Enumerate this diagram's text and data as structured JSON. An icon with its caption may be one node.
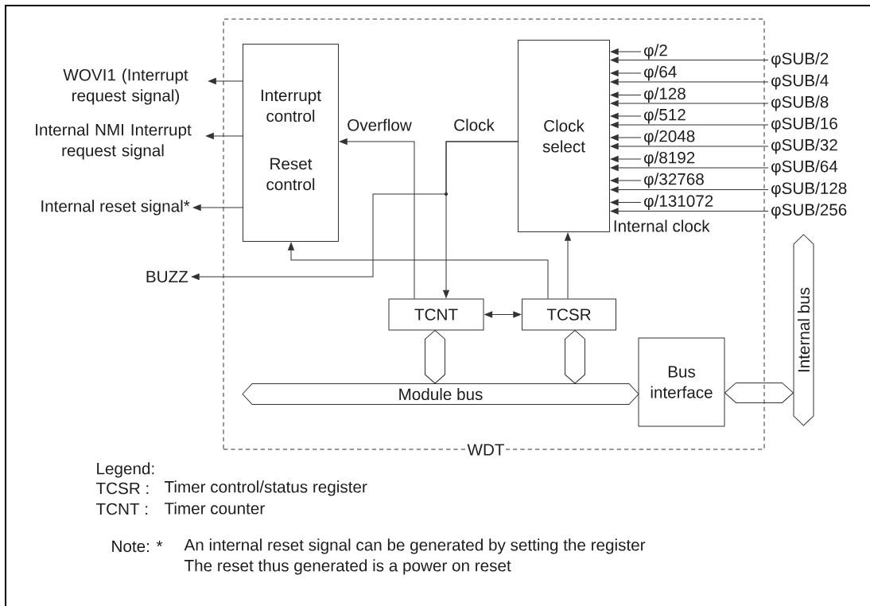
{
  "diagram": {
    "nodes": [
      {
        "text": [
          "WDT"
        ]
      },
      {
        "text": [
          "Interrupt control",
          "Reset control"
        ],
        "in": 0
      },
      {
        "text": [
          "Clock select"
        ],
        "in": 0,
        "beside": [
          "Internal clock"
        ]
      },
      {
        "text": [
          "TCNT"
        ],
        "in": 0
      },
      {
        "text": [
          "TCSR"
        ],
        "in": 0
      },
      {
        "text": [
          "Bus interface"
        ],
        "in": 0
      },
      {
        "text": [
          "Module bus"
        ],
        "in": 0
      },
      {
        "text": [
          "Internal bus"
        ]
      },
      {
        "text": [
          "WOVI1 (Interrupt request signal)"
        ]
      },
      {
        "text": [
          "Internal NMI Interrupt request signal"
        ]
      },
      {
        "text": [
          "Internal reset signal*"
        ]
      },
      {
        "text": [
          "BUZZ"
        ]
      },
      {
        "text": [
          "φ/2"
        ],
        "in": 0
      },
      {
        "text": [
          "φ/64"
        ],
        "in": 0
      },
      {
        "text": [
          "φ/128"
        ],
        "in": 0
      },
      {
        "text": [
          "φ/512"
        ],
        "in": 0
      },
      {
        "text": [
          "φ/2048"
        ],
        "in": 0
      },
      {
        "text": [
          "φ/8192"
        ],
        "in": 0
      },
      {
        "text": [
          "φ/32768"
        ],
        "in": 0
      },
      {
        "text": [
          "φ/131072"
        ],
        "in": 0
      },
      {
        "text": [
          "φSUB/2"
        ]
      },
      {
        "text": [
          "φSUB/4"
        ]
      },
      {
        "text": [
          "φSUB/8"
        ]
      },
      {
        "text": [
          "φSUB/16"
        ]
      },
      {
        "text": [
          "φSUB/32"
        ]
      },
      {
        "text": [
          "φSUB/64"
        ]
      },
      {
        "text": [
          "φSUB/128"
        ]
      },
      {
        "text": [
          "φSUB/256"
        ]
      }
    ],
    "edges": [
      {
        "from": 1,
        "to": 8,
        "arrow": "to"
      },
      {
        "from": 1,
        "to": 9,
        "arrow": "to"
      },
      {
        "from": 1,
        "to": 10,
        "arrow": "to"
      },
      {
        "from": 3,
        "to": 1,
        "arrow": "to",
        "label": "Overflow"
      },
      {
        "from": 2,
        "to": 3,
        "arrow": "to",
        "label": "Clock"
      },
      {
        "from": 2,
        "to": 11,
        "arrow": "to"
      },
      {
        "from": 4,
        "to": 1,
        "arrow": "to"
      },
      {
        "from": 4,
        "to": 2,
        "arrow": "to"
      },
      {
        "from": 3,
        "to": 4,
        "arrow": "both"
      },
      {
        "from": 3,
        "to": 6,
        "arrow": "both",
        "style": "thick"
      },
      {
        "from": 4,
        "to": 6,
        "arrow": "both",
        "style": "thick"
      },
      {
        "from": 5,
        "to": 7,
        "arrow": "both",
        "style": "thick"
      },
      {
        "from": 12,
        "to": 2,
        "arrow": "to"
      },
      {
        "from": 13,
        "to": 2,
        "arrow": "to"
      },
      {
        "from": 14,
        "to": 2,
        "arrow": "to"
      },
      {
        "from": 15,
        "to": 2,
        "arrow": "to"
      },
      {
        "from": 16,
        "to": 2,
        "arrow": "to"
      },
      {
        "from": 17,
        "to": 2,
        "arrow": "to"
      },
      {
        "from": 18,
        "to": 2,
        "arrow": "to"
      },
      {
        "from": 19,
        "to": 2,
        "arrow": "to"
      },
      {
        "from": 20,
        "to": 2,
        "arrow": "to"
      },
      {
        "from": 21,
        "to": 2,
        "arrow": "to"
      },
      {
        "from": 22,
        "to": 2,
        "arrow": "to"
      },
      {
        "from": 23,
        "to": 2,
        "arrow": "to"
      },
      {
        "from": 24,
        "to": 2,
        "arrow": "to"
      },
      {
        "from": 25,
        "to": 2,
        "arrow": "to"
      },
      {
        "from": 26,
        "to": 2,
        "arrow": "to"
      },
      {
        "from": 27,
        "to": 2,
        "arrow": "to"
      }
    ],
    "labels": [
      "Legend:",
      "TCSR :",
      "Timer control/status register",
      "TCNT :",
      "Timer counter",
      "Note: *",
      "An internal reset signal can be generated by setting the register",
      "The reset thus generated is a power on reset"
    ]
  }
}
